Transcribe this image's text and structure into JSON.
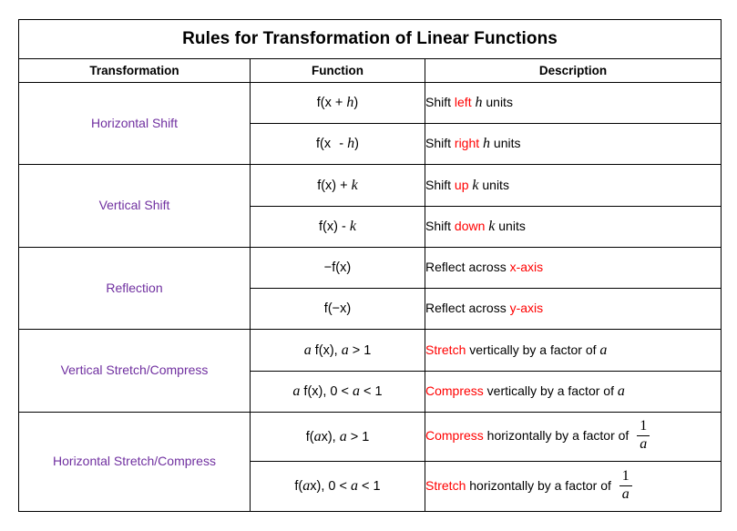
{
  "document": {
    "title": "Rules for Transformation of Linear Functions"
  },
  "table": {
    "headers": {
      "transformation": "Transformation",
      "function": "Function",
      "description": "Description"
    },
    "colors": {
      "transformation_label": "#7030A0",
      "highlight": "#FF0000",
      "text": "#000000",
      "border": "#000000",
      "background": "#FFFFFF"
    },
    "groups": [
      {
        "transformation": "Horizontal Shift",
        "rows": [
          {
            "function_prefix": "f(x + ",
            "function_var": "h",
            "function_suffix": ")",
            "desc_lead": "Shift ",
            "desc_highlight": "left",
            "desc_mid": " ",
            "desc_var": "h",
            "desc_tail": " units"
          },
          {
            "function_prefix": "f(x",
            "function_gap": "  ",
            "function_op": "- ",
            "function_var": "h",
            "function_suffix": ")",
            "desc_lead": "Shift ",
            "desc_highlight": "right",
            "desc_mid": " ",
            "desc_var": "h",
            "desc_tail": " units"
          }
        ]
      },
      {
        "transformation": "Vertical Shift",
        "rows": [
          {
            "function_prefix": "f(x) + ",
            "function_var": "k",
            "function_suffix": "",
            "desc_lead": "Shift ",
            "desc_highlight": "up",
            "desc_mid": " ",
            "desc_var": "k",
            "desc_tail": " units"
          },
          {
            "function_prefix": "f(x) - ",
            "function_var": "k",
            "function_suffix": "",
            "desc_lead": "Shift ",
            "desc_highlight": "down",
            "desc_mid": " ",
            "desc_var": "k",
            "desc_tail": " units"
          }
        ]
      },
      {
        "transformation": "Reflection",
        "rows": [
          {
            "function_plain": "−f(x)",
            "desc_lead": "Reflect across ",
            "desc_highlight": "x-axis",
            "desc_tail": ""
          },
          {
            "function_plain": "f(−x)",
            "desc_lead": "Reflect across ",
            "desc_highlight": "y-axis",
            "desc_tail": ""
          }
        ]
      },
      {
        "transformation": "Vertical Stretch/Compress",
        "rows": [
          {
            "fn_a1": "a",
            "fn_mid": " f(x), ",
            "fn_a2": "a",
            "fn_end": " > 1",
            "desc_highlight": "Stretch",
            "desc_mid": " vertically by a factor of ",
            "desc_var": "a"
          },
          {
            "fn_a1": "a",
            "fn_mid": " f(x), 0 < ",
            "fn_a2": "a",
            "fn_end": " < 1",
            "desc_highlight": "Compress",
            "desc_mid": " vertically by a factor of ",
            "desc_var": "a"
          }
        ]
      },
      {
        "transformation": "Horizontal Stretch/Compress",
        "rows": [
          {
            "fn_pre": "f(",
            "fn_a1": "a",
            "fn_post": "x), ",
            "fn_a2": "a",
            "fn_end": " > 1",
            "desc_highlight": "Compress",
            "desc_mid": " horizontally by a factor of ",
            "frac_num": "1",
            "frac_den": "a"
          },
          {
            "fn_pre": "f(",
            "fn_a1": "a",
            "fn_post": "x), 0 < ",
            "fn_a2": "a",
            "fn_end": " < 1",
            "desc_highlight": "Stretch",
            "desc_mid": " horizontally by a factor of ",
            "frac_num": "1",
            "frac_den": "a"
          }
        ]
      }
    ]
  }
}
